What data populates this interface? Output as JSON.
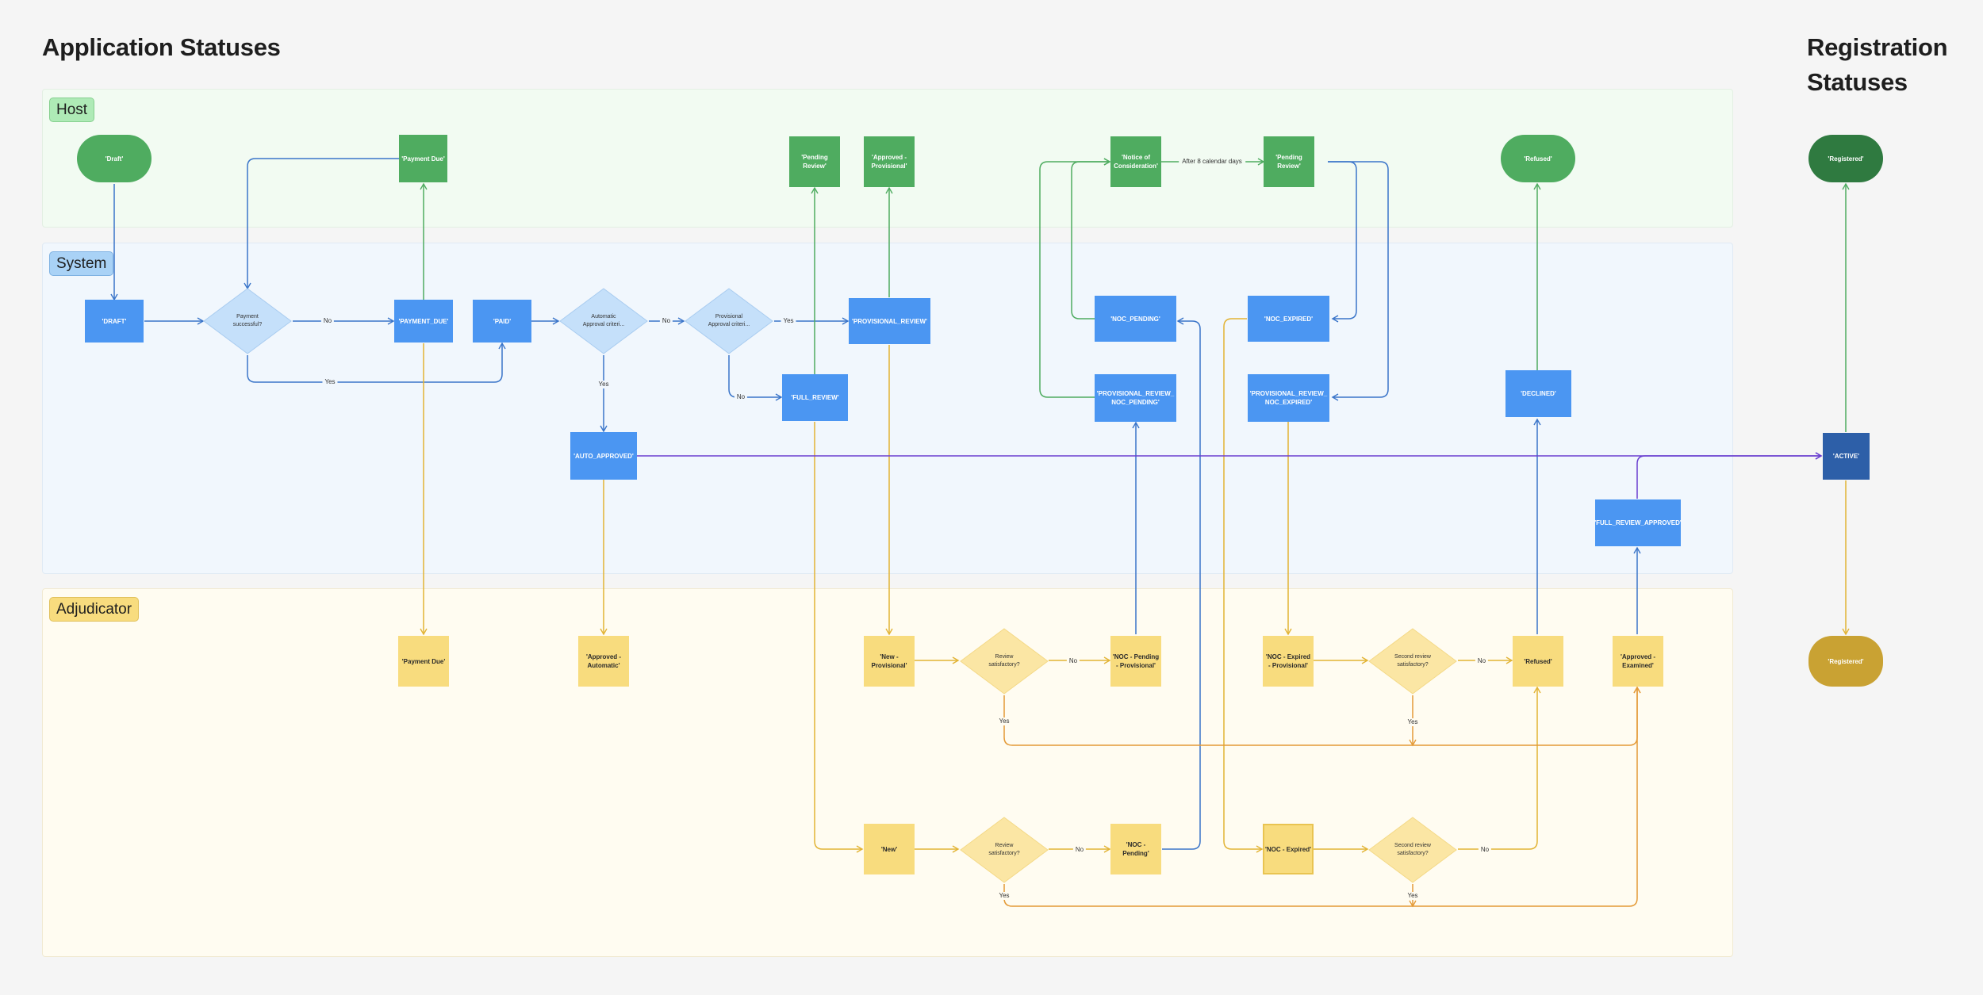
{
  "titles": {
    "application": "Application Statuses",
    "registration": "Registration\nStatuses"
  },
  "lanes": {
    "host": "Host",
    "system": "System",
    "adjudicator": "Adjudicator"
  },
  "colors": {
    "blue_arrow": "#3a75c9",
    "green_arrow": "#4fac60",
    "yellow_arrow": "#e2b334",
    "orange_arrow": "#e49a37",
    "purple_arrow": "#6a3fd0"
  },
  "host": {
    "draft": "'Draft'",
    "payment_due": "'Payment Due'",
    "pending_review": "'Pending\nReview'",
    "approved_provisional": "'Approved -\nProvisional'",
    "notice_of_consideration": "'Notice of\nConsideration'",
    "pending_review_2": "'Pending\nReview'",
    "refused": "'Refused'",
    "registered": "'Registered'"
  },
  "system": {
    "draft": "'DRAFT'",
    "payment_successful": "Payment\nsuccessful?",
    "payment_due": "'PAYMENT_DUE'",
    "paid": "'PAID'",
    "auto_criteria": "Automatic\nApproval criteri...",
    "prov_criteria": "Provisional\nApproval criteri...",
    "provisional_review": "'PROVISIONAL_REVIEW'",
    "full_review": "'FULL_REVIEW'",
    "auto_approved": "'AUTO_APPROVED'",
    "noc_pending": "'NOC_PENDING'",
    "noc_expired": "'NOC_EXPIRED'",
    "prov_review_noc_pending": "'PROVISIONAL_REVIEW_\nNOC_PENDING'",
    "prov_review_noc_expired": "'PROVISIONAL_REVIEW_\nNOC_EXPIRED'",
    "declined": "'DECLINED'",
    "full_review_approved": "'FULL_REVIEW_APPROVED'",
    "active": "'ACTIVE'"
  },
  "adjudicator": {
    "payment_due": "'Payment Due'",
    "approved_automatic": "'Approved -\nAutomatic'",
    "new_provisional": "'New -\nProvisional'",
    "review_satisfactory_1": "Review\nsatisfactory?",
    "noc_pending_provisional": "'NOC - Pending\n- Provisional'",
    "noc_expired_provisional": "'NOC - Expired\n- Provisional'",
    "second_review_1": "Second review\nsatisfactory?",
    "refused": "'Refused'",
    "approved_examined": "'Approved -\nExamined'",
    "registered": "'Registered'",
    "new": "'New'",
    "review_satisfactory_2": "Review\nsatisfactory?",
    "noc_pending": "'NOC -\nPending'",
    "noc_expired": "'NOC - Expired'",
    "second_review_2": "Second review\nsatisfactory?"
  },
  "edge_labels": {
    "no": "No",
    "yes": "Yes",
    "after_days": "After 8 calendar days"
  }
}
